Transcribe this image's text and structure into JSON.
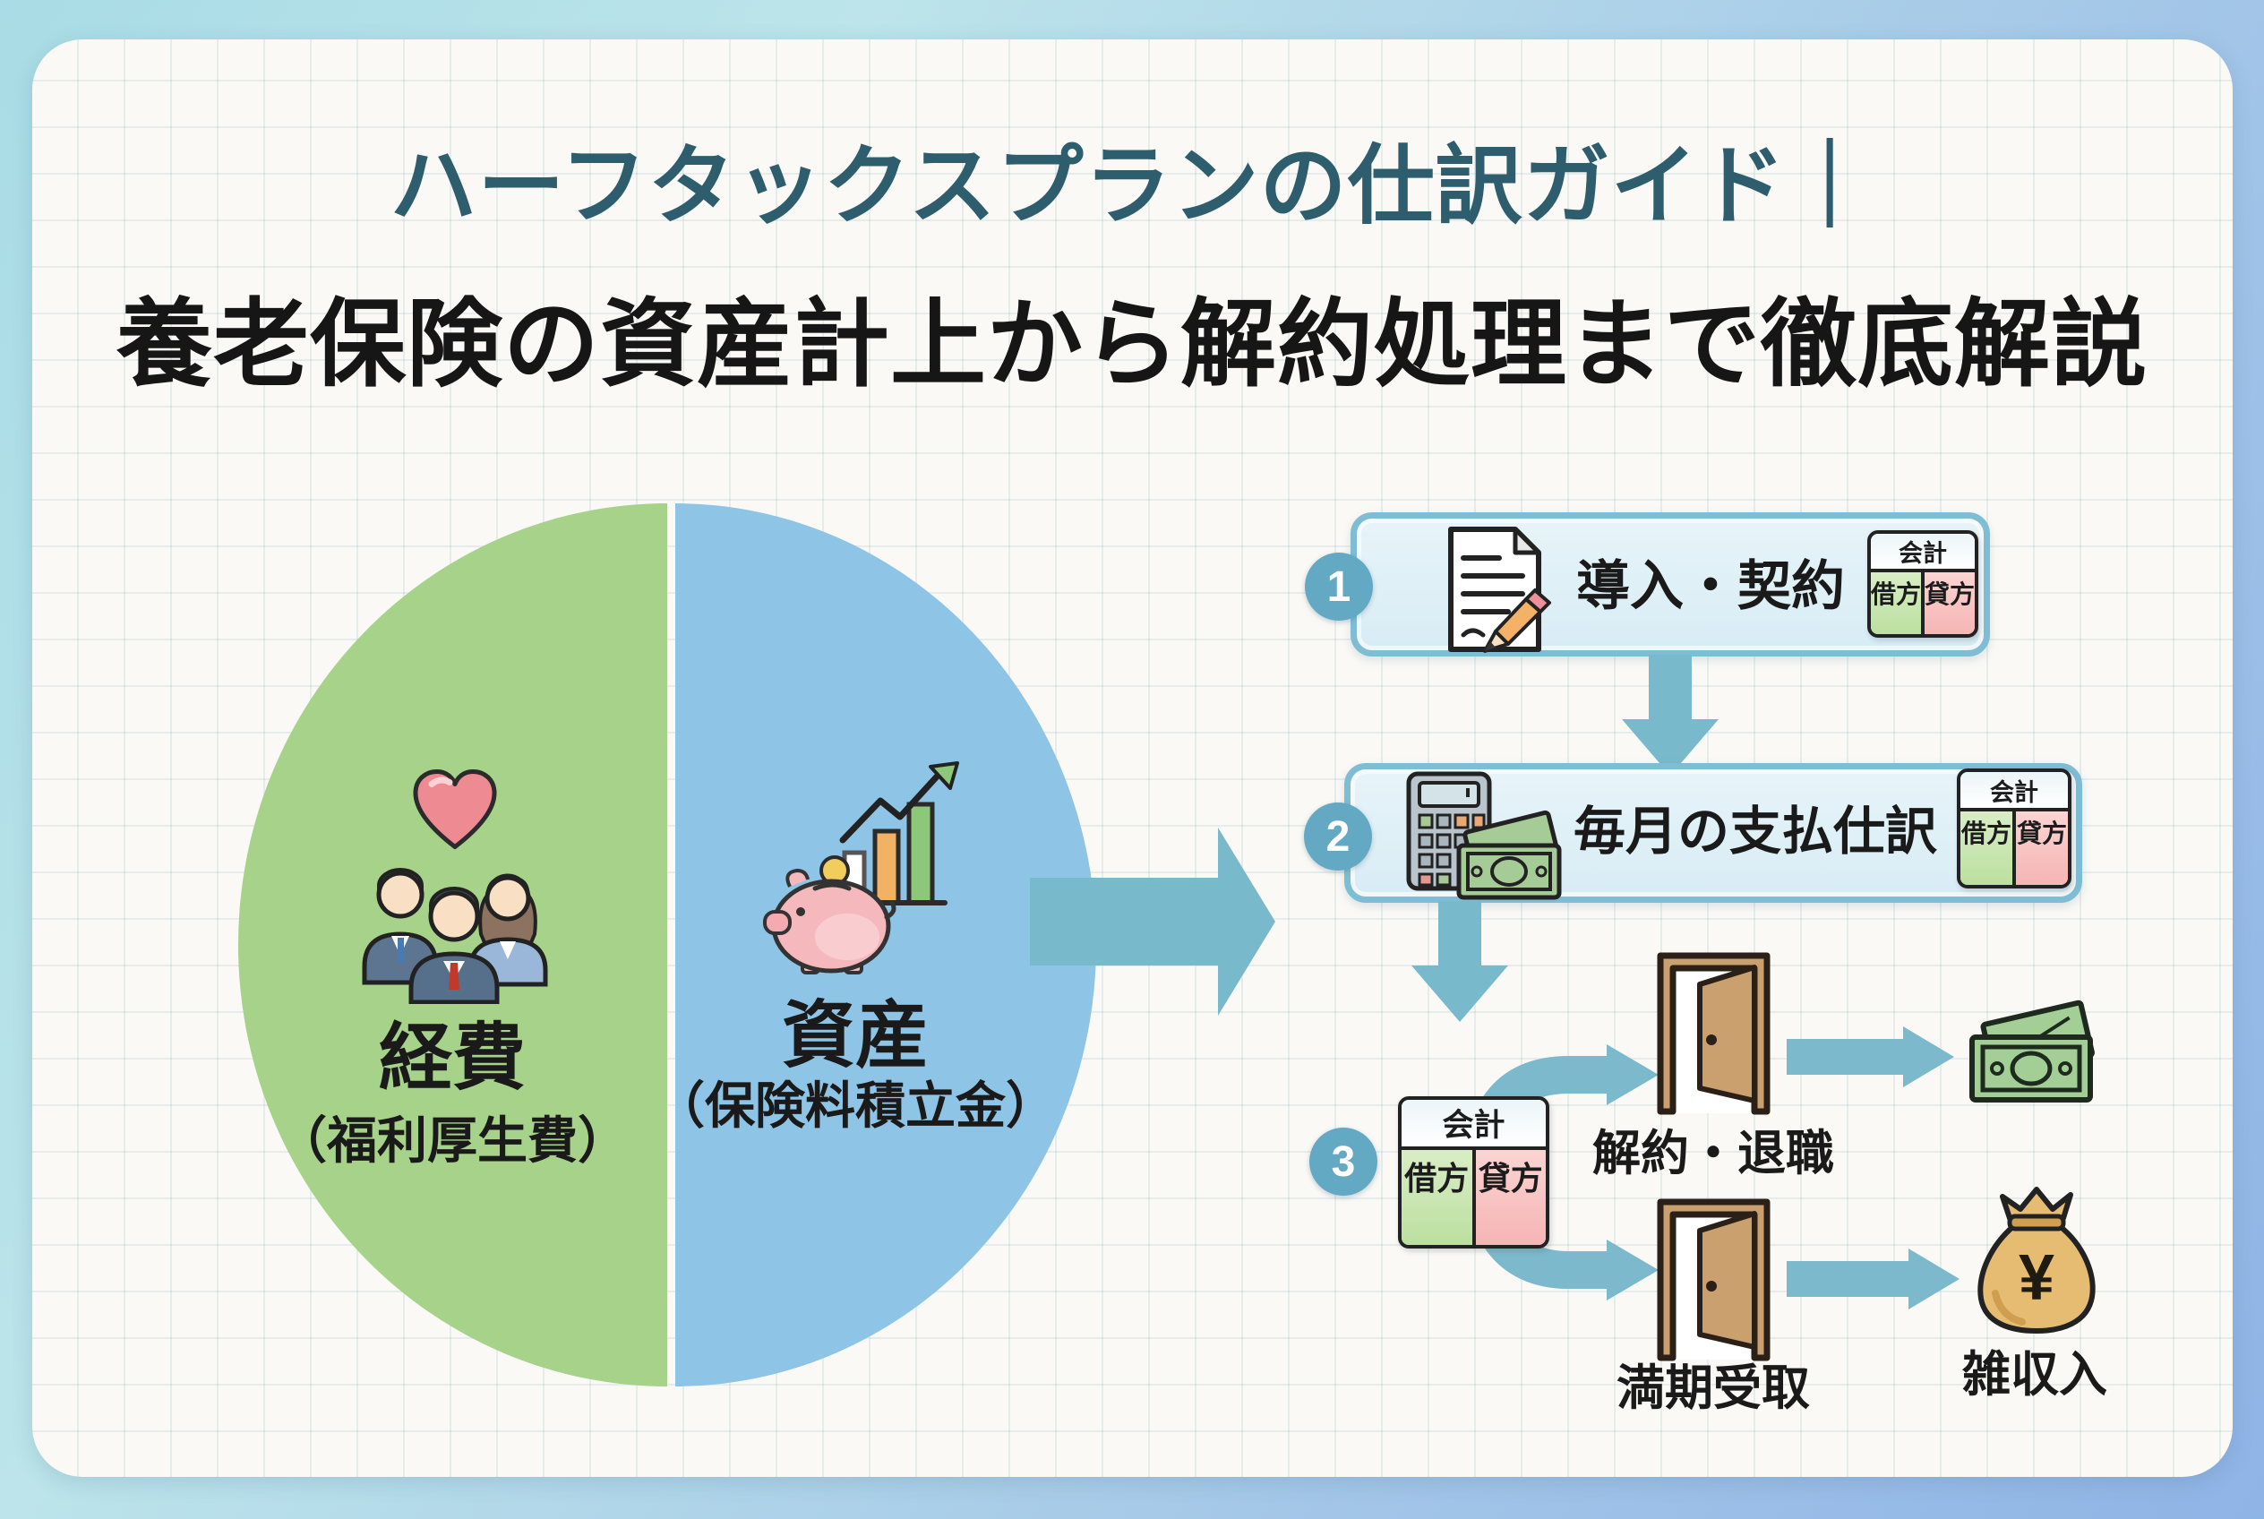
{
  "title": {
    "line1": "ハーフタックスプランの仕訳ガイド｜",
    "line2": "養老保険の資産計上から解約処理まで徹底解説"
  },
  "pie": {
    "expense": {
      "label": "経費",
      "sublabel": "（福利厚生費）"
    },
    "asset": {
      "label": "資産",
      "sublabel": "（保険料積立金）"
    }
  },
  "steps": [
    {
      "number": "1",
      "label": "導入・契約"
    },
    {
      "number": "2",
      "label": "毎月の支払仕訳"
    },
    {
      "number": "3"
    }
  ],
  "acct": {
    "header": "会計",
    "debit": "借方",
    "credit": "貸方"
  },
  "outcomes": {
    "cancel": {
      "label": "解約・退職"
    },
    "maturity": {
      "label": "満期受取",
      "result": "雑収入"
    }
  },
  "symbols": {
    "yen": "¥"
  },
  "icons": {
    "left_half": "people-with-heart-icon",
    "right_half": "piggy-bank-growth-icon",
    "step1": "contract-document-icon",
    "step2": "calculator-money-icon",
    "doors": "exit-door-icon",
    "cash": "banknotes-icon",
    "bag": "money-bag-icon"
  },
  "colors": {
    "accent_teal": "#76b7ca",
    "green_half": "#a7d289",
    "blue_half": "#8ec4e6",
    "debit_green": "#c3e5a9",
    "credit_pink": "#f6b9b9",
    "title_teal": "#2e5e6e"
  }
}
